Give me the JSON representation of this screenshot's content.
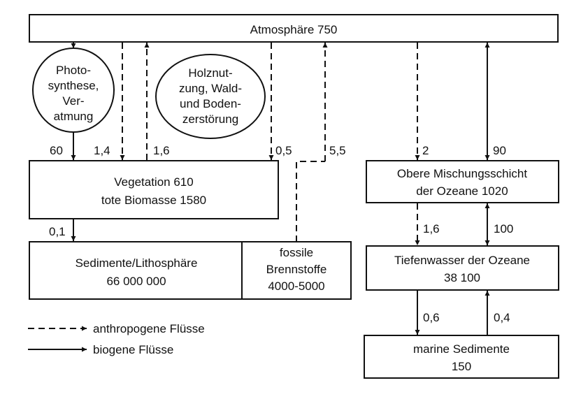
{
  "atmosphere": "Atmosphäre  750",
  "photosynthesis": [
    "Photo-",
    "synthese,",
    "Ver-",
    "atmung"
  ],
  "wood": [
    "Holznut-",
    "zung, Wald-",
    "und Boden-",
    "zerstörung"
  ],
  "vegetation": [
    "Vegetation  610",
    "tote Biomasse  1580"
  ],
  "sediments": [
    "Sedimente/Lithosphäre",
    "66 000 000"
  ],
  "fossil": [
    "fossile",
    "Brennstoffe",
    "4000-5000"
  ],
  "ocean_upper": [
    "Obere Mischungsschicht",
    "der Ozeane  1020"
  ],
  "deep_water": [
    "Tiefenwasser der Ozeane",
    "38 100"
  ],
  "marine_sed": [
    "marine Sedimente",
    "150"
  ],
  "flows": {
    "f60": "60",
    "f14": "1,4",
    "f16a": "1,6",
    "f05": "0,5",
    "f55": "5,5",
    "f2": "2",
    "f90": "90",
    "f01": "0,1",
    "f16b": "1,6",
    "f100": "100",
    "f06": "0,6",
    "f04": "0,4"
  },
  "legend": {
    "anthropogenic": "anthropogene Flüsse",
    "biogenic": "biogene Flüsse"
  }
}
